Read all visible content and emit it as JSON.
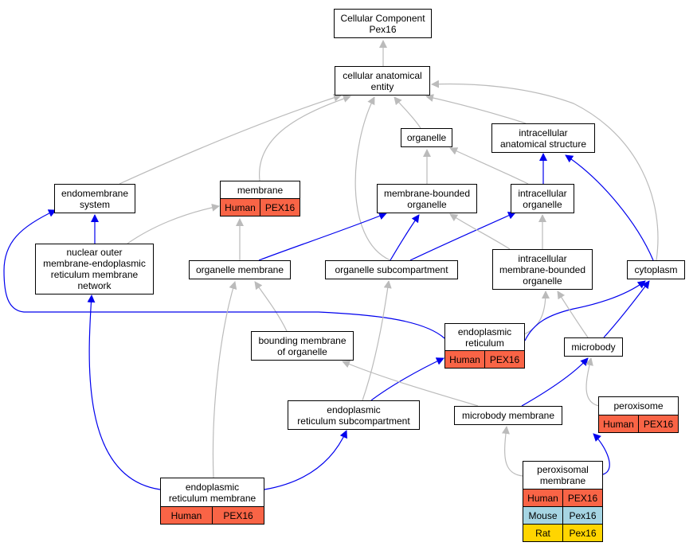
{
  "diagram": {
    "nodes": {
      "cc_pex16": "Cellular Component\nPex16",
      "cellular_anatomical_entity": "cellular anatomical\nentity",
      "organelle": "organelle",
      "intracellular_anatomical_structure": "intracellular\nanatomical structure",
      "endomembrane_system": "endomembrane\nsystem",
      "membrane": "membrane",
      "membrane_bounded_organelle": "membrane-bounded\norganelle",
      "intracellular_organelle": "intracellular\norganelle",
      "nuclear_outer_membrane_er_network": "nuclear outer\nmembrane-endoplasmic\nreticulum membrane\nnetwork",
      "organelle_membrane": "organelle membrane",
      "organelle_subcompartment": "organelle subcompartment",
      "intracellular_membrane_bounded_organelle": "intracellular\nmembrane-bounded\norganelle",
      "cytoplasm": "cytoplasm",
      "bounding_membrane_of_organelle": "bounding membrane\nof organelle",
      "endoplasmic_reticulum": "endoplasmic\nreticulum",
      "microbody": "microbody",
      "er_subcompartment": "endoplasmic\nreticulum subcompartment",
      "microbody_membrane": "microbody membrane",
      "peroxisome": "peroxisome",
      "er_membrane": "endoplasmic\nreticulum membrane",
      "peroxisomal_membrane": "peroxisomal\nmembrane"
    },
    "annotations": {
      "membrane": [
        [
          "Human",
          "PEX16"
        ]
      ],
      "endoplasmic_reticulum": [
        [
          "Human",
          "PEX16"
        ]
      ],
      "peroxisome": [
        [
          "Human",
          "PEX16"
        ]
      ],
      "er_membrane": [
        [
          "Human",
          "PEX16"
        ]
      ],
      "peroxisomal_membrane": [
        [
          "Human",
          "PEX16"
        ],
        [
          "Mouse",
          "Pex16"
        ],
        [
          "Rat",
          "Pex16"
        ]
      ]
    },
    "colors": {
      "human": "#f96446",
      "mouse": "#a6d5e3",
      "rat": "#ffd500",
      "edge_is_a": "#bbbbbb",
      "edge_part_of": "#0000ee"
    },
    "edges": [
      {
        "from": "cellular_anatomical_entity",
        "to": "cc_pex16",
        "type": "is_a"
      },
      {
        "from": "organelle",
        "to": "cellular_anatomical_entity",
        "type": "is_a"
      },
      {
        "from": "intracellular_anatomical_structure",
        "to": "cellular_anatomical_entity",
        "type": "is_a"
      },
      {
        "from": "endomembrane_system",
        "to": "cellular_anatomical_entity",
        "type": "is_a"
      },
      {
        "from": "membrane",
        "to": "cellular_anatomical_entity",
        "type": "is_a"
      },
      {
        "from": "organelle_subcompartment",
        "to": "cellular_anatomical_entity",
        "type": "is_a"
      },
      {
        "from": "cytoplasm",
        "to": "cellular_anatomical_entity",
        "type": "is_a"
      },
      {
        "from": "membrane_bounded_organelle",
        "to": "organelle",
        "type": "is_a"
      },
      {
        "from": "intracellular_organelle",
        "to": "organelle",
        "type": "is_a"
      },
      {
        "from": "intracellular_organelle",
        "to": "intracellular_anatomical_structure",
        "type": "part_of"
      },
      {
        "from": "cytoplasm",
        "to": "intracellular_anatomical_structure",
        "type": "part_of"
      },
      {
        "from": "nuclear_outer_membrane_er_network",
        "to": "endomembrane_system",
        "type": "part_of"
      },
      {
        "from": "nuclear_outer_membrane_er_network",
        "to": "membrane",
        "type": "is_a"
      },
      {
        "from": "organelle_membrane",
        "to": "membrane",
        "type": "is_a"
      },
      {
        "from": "organelle_membrane",
        "to": "membrane_bounded_organelle",
        "type": "part_of"
      },
      {
        "from": "organelle_subcompartment",
        "to": "membrane_bounded_organelle",
        "type": "part_of"
      },
      {
        "from": "organelle_subcompartment",
        "to": "intracellular_organelle",
        "type": "part_of"
      },
      {
        "from": "intracellular_membrane_bounded_organelle",
        "to": "membrane_bounded_organelle",
        "type": "is_a"
      },
      {
        "from": "intracellular_membrane_bounded_organelle",
        "to": "intracellular_organelle",
        "type": "is_a"
      },
      {
        "from": "bounding_membrane_of_organelle",
        "to": "organelle_membrane",
        "type": "is_a"
      },
      {
        "from": "endoplasmic_reticulum",
        "to": "intracellular_membrane_bounded_organelle",
        "type": "is_a"
      },
      {
        "from": "endoplasmic_reticulum",
        "to": "cytoplasm",
        "type": "part_of"
      },
      {
        "from": "endoplasmic_reticulum",
        "to": "endomembrane_system",
        "type": "part_of"
      },
      {
        "from": "microbody",
        "to": "intracellular_membrane_bounded_organelle",
        "type": "is_a"
      },
      {
        "from": "microbody",
        "to": "cytoplasm",
        "type": "part_of"
      },
      {
        "from": "er_subcompartment",
        "to": "organelle_subcompartment",
        "type": "is_a"
      },
      {
        "from": "er_subcompartment",
        "to": "endoplasmic_reticulum",
        "type": "part_of"
      },
      {
        "from": "microbody_membrane",
        "to": "bounding_membrane_of_organelle",
        "type": "is_a"
      },
      {
        "from": "microbody_membrane",
        "to": "microbody",
        "type": "part_of"
      },
      {
        "from": "peroxisome",
        "to": "microbody",
        "type": "is_a"
      },
      {
        "from": "er_membrane",
        "to": "organelle_membrane",
        "type": "is_a"
      },
      {
        "from": "er_membrane",
        "to": "er_subcompartment",
        "type": "part_of"
      },
      {
        "from": "er_membrane",
        "to": "nuclear_outer_membrane_er_network",
        "type": "part_of"
      },
      {
        "from": "peroxisomal_membrane",
        "to": "microbody_membrane",
        "type": "is_a"
      },
      {
        "from": "peroxisomal_membrane",
        "to": "peroxisome",
        "type": "part_of"
      }
    ]
  }
}
